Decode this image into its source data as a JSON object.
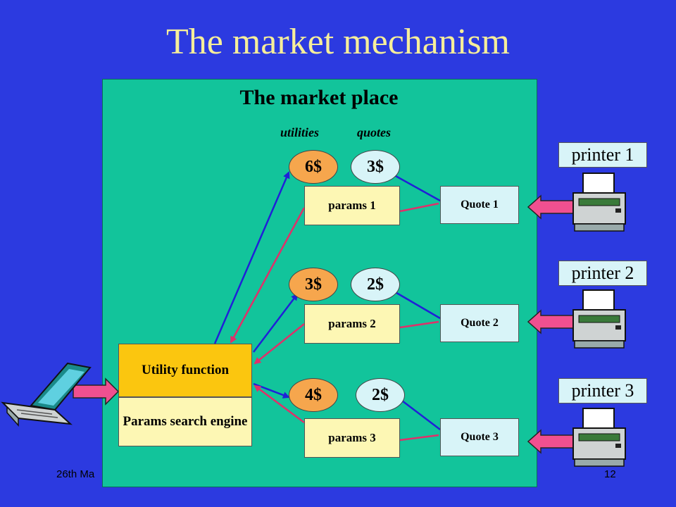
{
  "title": "The market mechanism",
  "market": {
    "title": "The market place",
    "utilities_label": "utilities",
    "quotes_label": "quotes",
    "rows": [
      {
        "utility": "6$",
        "quote_value": "3$",
        "params": "params 1",
        "quote": "Quote 1"
      },
      {
        "utility": "3$",
        "quote_value": "2$",
        "params": "params 2",
        "quote": "Quote 2"
      },
      {
        "utility": "4$",
        "quote_value": "2$",
        "params": "params 3",
        "quote": "Quote 3"
      }
    ],
    "utility_function": "Utility function",
    "params_search_engine": "Params search engine"
  },
  "printers": [
    "printer 1",
    "printer 2",
    "printer 3"
  ],
  "footer": {
    "date": "26th Ma",
    "page": "12"
  },
  "icons": {
    "client": "laptop-icon",
    "printer": "printer-icon"
  },
  "colors": {
    "background": "#2c3ae0",
    "title": "#f6ee9a",
    "market": "#12c49b",
    "utility_oval": "#f6a64d",
    "quote_oval": "#d8f4f8",
    "params_box": "#fdf7b4",
    "utility_function": "#fbc60f",
    "arrow_blue": "#2020d8",
    "arrow_pink": "#e0306a"
  }
}
